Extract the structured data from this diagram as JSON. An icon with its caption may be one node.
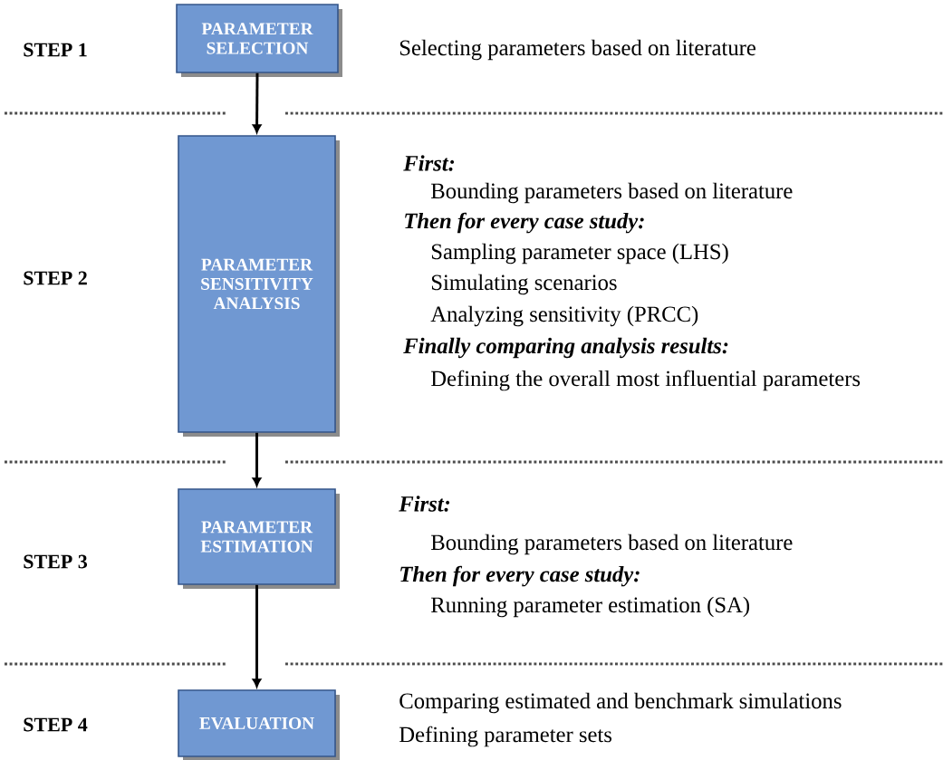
{
  "diagram": {
    "nodes": [
      {
        "text": [
          "PARAMETER SELECTION"
        ],
        "beside": [
          "Selecting parameters based on literature"
        ]
      },
      {
        "text": [
          "PARAMETER SENSITIVITY ANALYSIS"
        ],
        "beside": [
          "First:",
          "Bounding parameters based on literature",
          "Then for every case study:",
          "Sampling parameter space (LHS)",
          "Simulating scenarios",
          "Analyzing sensitivity (PRCC)",
          "Finally comparing analysis results:",
          "Defining the overall most influential parameters"
        ]
      },
      {
        "text": [
          "PARAMETER ESTIMATION"
        ],
        "beside": [
          "First:",
          "Bounding parameters based on literature",
          "Then for every case study:",
          "Running parameter estimation (SA)"
        ]
      },
      {
        "text": [
          "EVALUATION"
        ],
        "beside": [
          "Comparing estimated and benchmark simulations",
          "Defining parameter sets"
        ]
      }
    ],
    "edges": [
      {
        "from": 0,
        "to": 1,
        "arrow": "to"
      },
      {
        "from": 1,
        "to": 2,
        "arrow": "to"
      },
      {
        "from": 2,
        "to": 3,
        "arrow": "to"
      }
    ],
    "labels": [
      "STEP 1",
      "STEP 2",
      "STEP 3",
      "STEP 4"
    ]
  }
}
